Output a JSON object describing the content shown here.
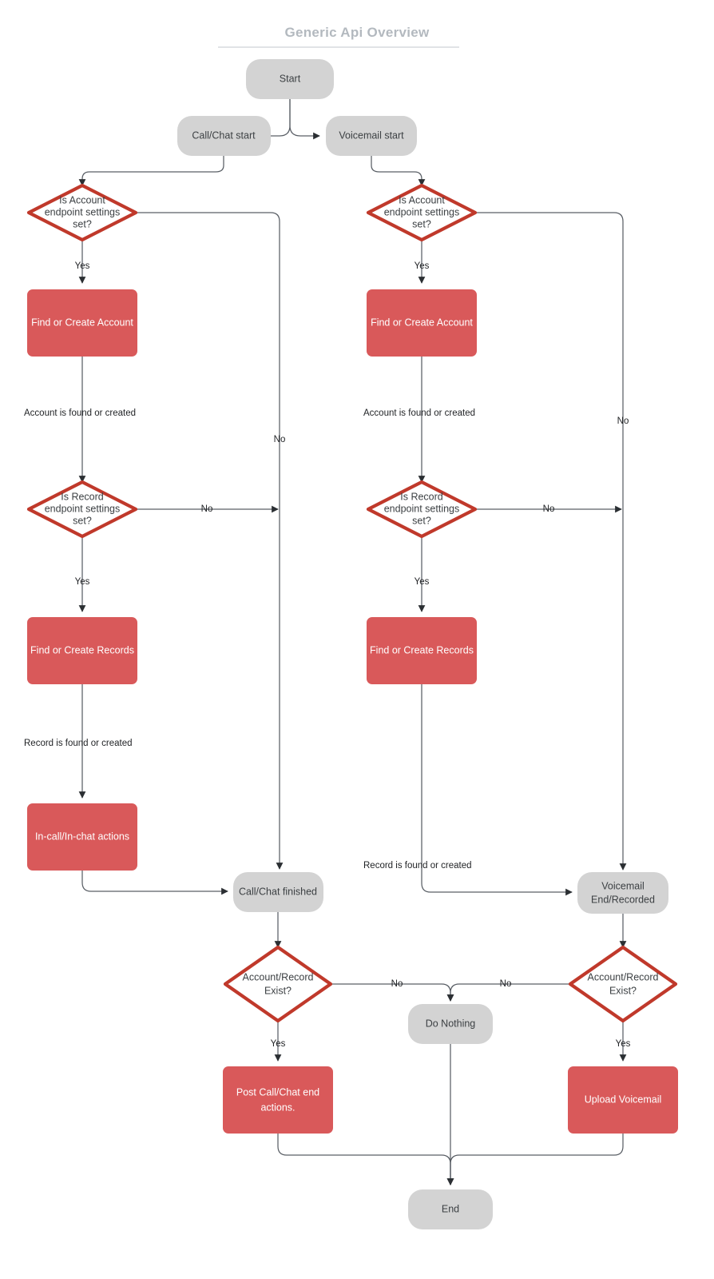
{
  "diagram": {
    "title": "Generic Api Overview",
    "colors": {
      "terminal_fill": "#d3d3d3",
      "process_fill": "#d9595a",
      "decision_stroke": "#c0392b",
      "decision_fill": "#ffffff",
      "connector": "#5a5f66",
      "title_text": "#b3b9bf"
    },
    "nodes": {
      "start": "Start",
      "call_chat_start": "Call/Chat start",
      "voicemail_start": "Voicemail start",
      "account_endpoint_left": "Is Account endpoint settings set?",
      "account_endpoint_left_l1": "Is Account",
      "account_endpoint_left_l2": "endpoint settings",
      "account_endpoint_left_l3": "set?",
      "account_endpoint_right": "Is Account endpoint settings set?",
      "account_endpoint_right_l1": "Is Account",
      "account_endpoint_right_l2": "endpoint settings",
      "account_endpoint_right_l3": "set?",
      "find_create_account_left": "Find or Create Account",
      "find_create_account_right": "Find or Create Account",
      "record_endpoint_left_l1": "Is Record",
      "record_endpoint_left_l2": "endpoint settings",
      "record_endpoint_left_l3": "set?",
      "record_endpoint_right_l1": "Is Record",
      "record_endpoint_right_l2": "endpoint settings",
      "record_endpoint_right_l3": "set?",
      "find_create_records_left": "Find or Create Records",
      "find_create_records_right": "Find or Create Records",
      "in_call_actions": "In-call/In-chat actions",
      "call_chat_finished": "Call/Chat finished",
      "voicemail_end_l1": "Voicemail",
      "voicemail_end_l2": "End/Recorded",
      "account_record_exist_left_l1": "Account/Record",
      "account_record_exist_left_l2": "Exist?",
      "account_record_exist_right_l1": "Account/Record",
      "account_record_exist_right_l2": "Exist?",
      "do_nothing": "Do Nothing",
      "post_call_end_l1": "Post Call/Chat end",
      "post_call_end_l2": "actions.",
      "upload_voicemail": "Upload Voicemail",
      "end": "End"
    },
    "edge_labels": {
      "yes_account_left": "Yes",
      "yes_account_right": "Yes",
      "no_account_left": "No",
      "no_account_right": "No",
      "account_found_left": "Account is found or created",
      "account_found_right": "Account is found or created",
      "no_record_left": "No",
      "no_record_right": "No",
      "yes_record_left": "Yes",
      "yes_record_right": "Yes",
      "record_found_left": "Record is found or created",
      "record_found_right": "Record is found or created",
      "no_exist_left": "No",
      "no_exist_right": "No",
      "yes_exist_left": "Yes",
      "yes_exist_right": "Yes"
    }
  }
}
